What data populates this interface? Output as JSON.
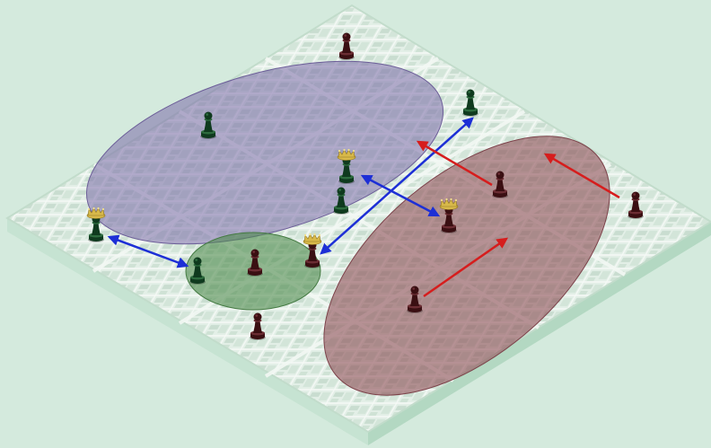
{
  "scene": {
    "background_color": "#d4eadd",
    "board": {
      "style": "isometric-city-map",
      "top_color": "#e6f2ea",
      "side_left_color": "#c6e3d2",
      "side_right_color": "#b9dcc7",
      "road_color": "#f4f8f5",
      "building_color": "#cfe3d6"
    },
    "regions": [
      {
        "name": "purple-zone",
        "color": "#7a6aa8"
      },
      {
        "name": "green-zone",
        "color": "#4f8a4c"
      },
      {
        "name": "red-zone",
        "color": "#8e4d55"
      }
    ],
    "pieces": [
      {
        "name": "red-pawn-top",
        "kind": "pawn",
        "color": "dark-red"
      },
      {
        "name": "green-pawn-northeast",
        "kind": "pawn",
        "color": "dark-green"
      },
      {
        "name": "green-pawn-purple-zone",
        "kind": "pawn",
        "color": "dark-green"
      },
      {
        "name": "green-king-purple-zone",
        "kind": "king",
        "color": "dark-green"
      },
      {
        "name": "green-pawn-purple-zone-lower",
        "kind": "pawn",
        "color": "dark-green"
      },
      {
        "name": "green-king-west",
        "kind": "king",
        "color": "dark-green"
      },
      {
        "name": "green-pawn-green-zone",
        "kind": "pawn",
        "color": "dark-green"
      },
      {
        "name": "red-pawn-green-zone",
        "kind": "pawn",
        "color": "dark-red"
      },
      {
        "name": "red-king-green-zone",
        "kind": "king",
        "color": "dark-red"
      },
      {
        "name": "red-pawn-south",
        "kind": "pawn",
        "color": "dark-red"
      },
      {
        "name": "red-king-center",
        "kind": "king",
        "color": "dark-red"
      },
      {
        "name": "red-pawn-red-zone",
        "kind": "pawn",
        "color": "dark-red"
      },
      {
        "name": "red-pawn-east",
        "kind": "pawn",
        "color": "dark-red"
      },
      {
        "name": "red-pawn-red-zone-south",
        "kind": "pawn",
        "color": "dark-red"
      }
    ],
    "arrows": [
      {
        "name": "blue-arrow-west",
        "color": "#1d2fd6",
        "double_headed": true
      },
      {
        "name": "blue-arrow-center",
        "color": "#1d2fd6",
        "double_headed": true
      },
      {
        "name": "blue-arrow-diagonal",
        "color": "#1d2fd6",
        "double_headed": true
      },
      {
        "name": "red-arrow-north",
        "color": "#d61d1d",
        "double_headed": false
      },
      {
        "name": "red-arrow-east",
        "color": "#d61d1d",
        "double_headed": false
      },
      {
        "name": "red-arrow-south",
        "color": "#d61d1d",
        "double_headed": false
      }
    ],
    "piece_colors": {
      "dark-green": {
        "body": "#0f3a1e",
        "highlight": "#2d6b3e"
      },
      "dark-red": {
        "body": "#3a0f12",
        "highlight": "#6b2d33"
      },
      "crown": "#d8b94a"
    }
  }
}
